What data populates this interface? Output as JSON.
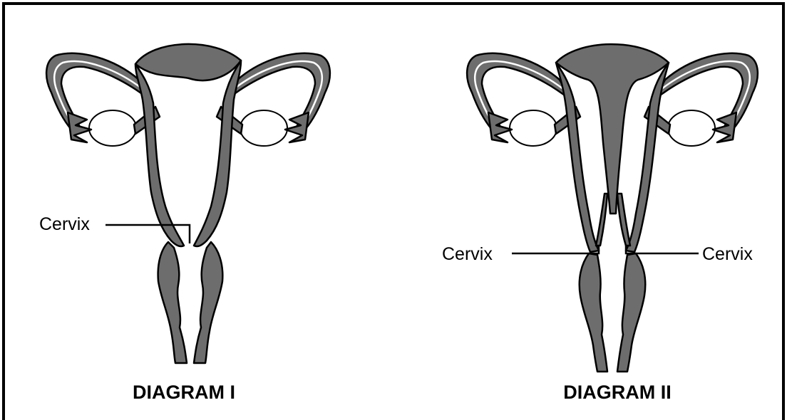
{
  "diagrams": [
    {
      "caption": "DIAGRAM I",
      "labels": [
        "Cervix"
      ]
    },
    {
      "caption": "DIAGRAM II",
      "labels": [
        "Cervix",
        "Cervix"
      ]
    }
  ],
  "colors": {
    "tissue": "#6d6d6d",
    "outline": "#000000",
    "background": "#ffffff"
  }
}
